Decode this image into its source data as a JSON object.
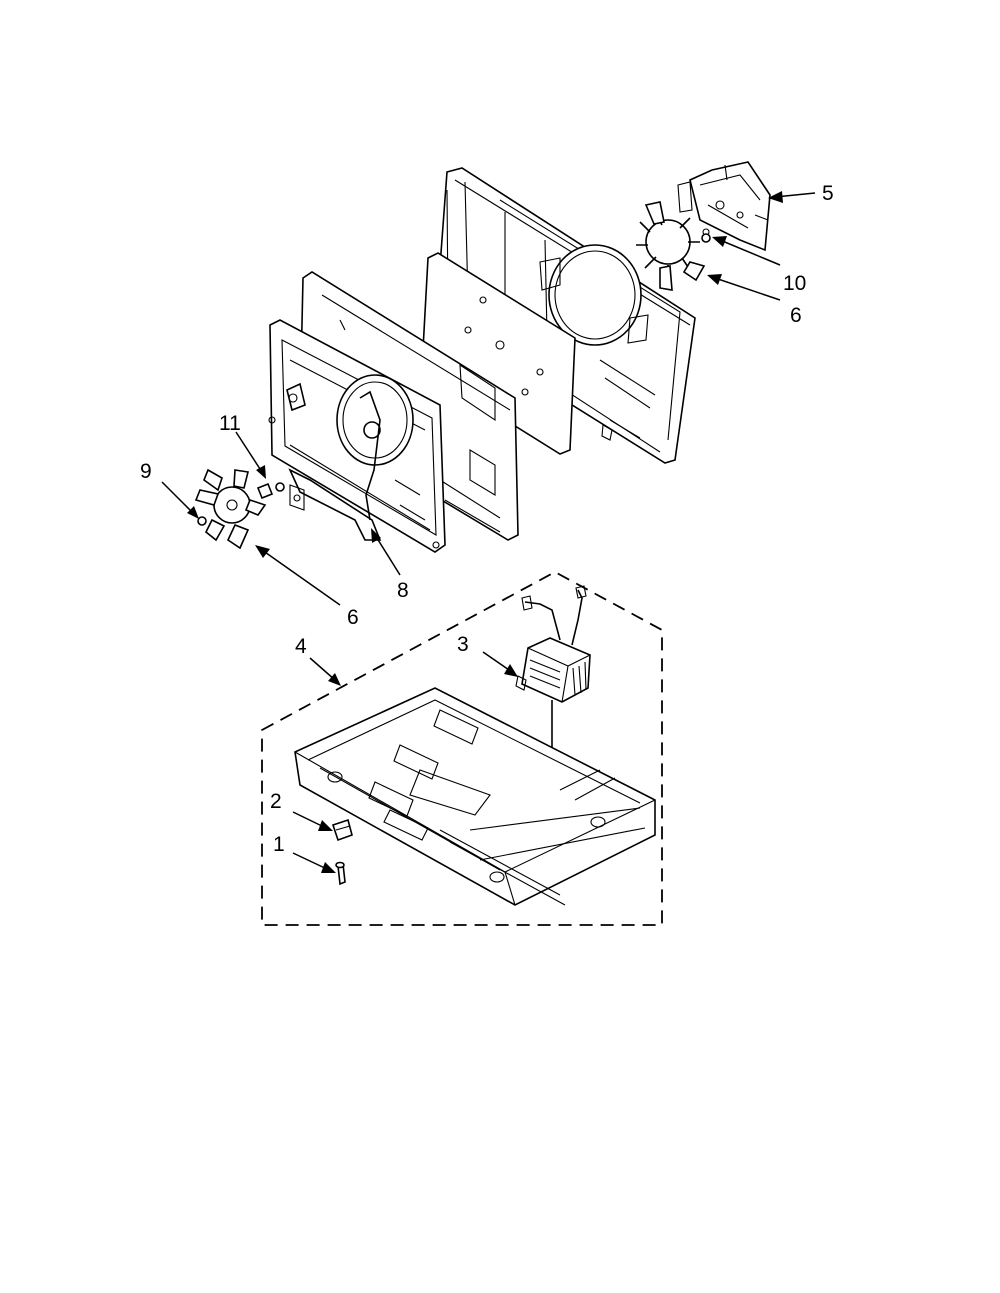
{
  "callouts": {
    "c1": "1",
    "c2": "2",
    "c3": "3",
    "c4": "4",
    "c5": "5",
    "c6_top": "6",
    "c6_bottom": "6",
    "c8": "8",
    "c9": "9",
    "c10": "10",
    "c11": "11"
  }
}
